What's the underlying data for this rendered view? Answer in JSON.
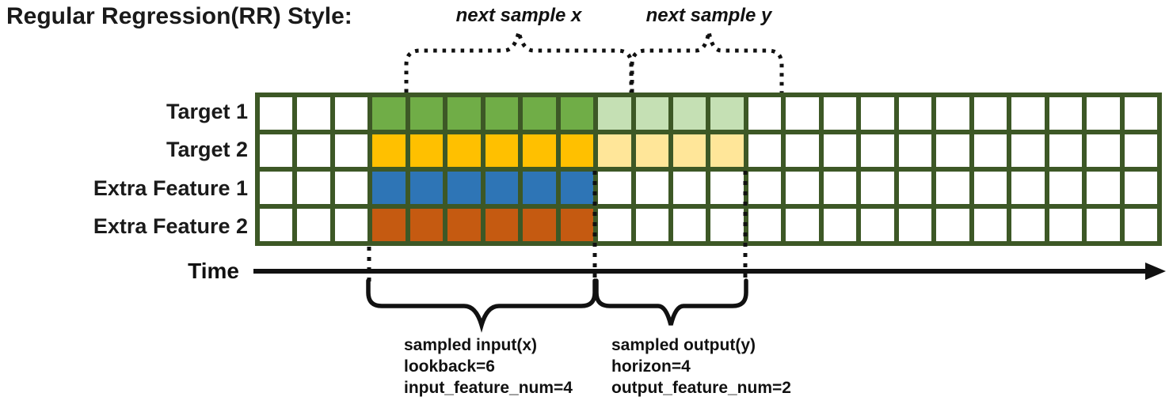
{
  "title": "Regular Regression(RR) Style:",
  "colors": {
    "grid_border": "#3D5826",
    "target1_input": "#70AD47",
    "target1_output": "#C5E0B4",
    "target2_input": "#FFC000",
    "target2_output": "#FFE699",
    "extra1_input": "#2E75B6",
    "extra2_input": "#C55A11",
    "empty_cell": "#FFFFFF",
    "annotation": "#111111"
  },
  "grid": {
    "columns": 24,
    "input_start_col": 3,
    "lookback": 6,
    "horizon": 4,
    "rows": [
      {
        "label": "Target 1",
        "input_color": "#70AD47",
        "output_color": "#C5E0B4"
      },
      {
        "label": "Target 2",
        "input_color": "#FFC000",
        "output_color": "#FFE699"
      },
      {
        "label": "Extra Feature 1",
        "input_color": "#2E75B6",
        "output_color": null
      },
      {
        "label": "Extra Feature 2",
        "input_color": "#C55A11",
        "output_color": null
      }
    ]
  },
  "annotations": {
    "next_sample_x": "next sample x",
    "next_sample_y": "next sample y",
    "time_label": "Time",
    "input_lines": [
      "sampled input(x)",
      "lookback=6",
      "input_feature_num=4"
    ],
    "output_lines": [
      "sampled output(y)",
      "horizon=4",
      "output_feature_num=2"
    ]
  }
}
